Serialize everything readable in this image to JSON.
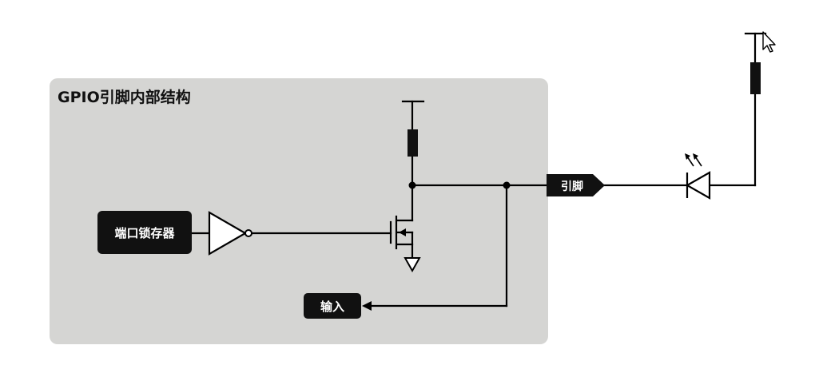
{
  "diagram": {
    "title": "GPIO引脚内部结构",
    "port_latch_label": "端口锁存器",
    "input_label": "输入",
    "pin_label": "引脚"
  },
  "colors": {
    "panel_fill": "#d5d5d3",
    "box_fill": "#111111",
    "wire": "#000000",
    "label_text": "#ffffff",
    "title_text": "#111111"
  },
  "icons": {
    "cursor": "mouse-pointer-icon"
  }
}
